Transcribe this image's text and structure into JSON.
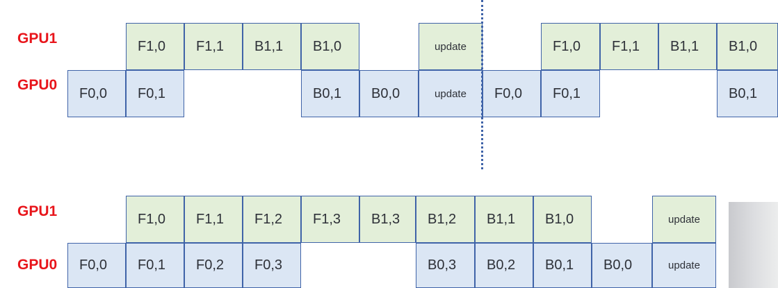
{
  "diagrams": [
    {
      "id": "top",
      "rows": [
        {
          "label": "GPU1",
          "cells": [
            {
              "text": "F1,0",
              "color": "green"
            },
            {
              "text": "F1,1",
              "color": "green"
            },
            {
              "text": "B1,1",
              "color": "green"
            },
            {
              "text": "B1,0",
              "color": "green"
            },
            {
              "text": "update",
              "color": "green"
            },
            {
              "text": "F1,0",
              "color": "green"
            },
            {
              "text": "F1,1",
              "color": "green"
            },
            {
              "text": "B1,1",
              "color": "green"
            },
            {
              "text": "B1,0",
              "color": "green"
            }
          ]
        },
        {
          "label": "GPU0",
          "cells": [
            {
              "text": "F0,0",
              "color": "blue"
            },
            {
              "text": "F0,1",
              "color": "blue"
            },
            {
              "text": "B0,1",
              "color": "blue"
            },
            {
              "text": "B0,0",
              "color": "blue"
            },
            {
              "text": "update",
              "color": "blue"
            },
            {
              "text": "F0,0",
              "color": "blue"
            },
            {
              "text": "F0,1",
              "color": "blue"
            },
            {
              "text": "B0,1",
              "color": "blue"
            }
          ]
        }
      ]
    },
    {
      "id": "bottom",
      "rows": [
        {
          "label": "GPU1",
          "cells": [
            {
              "text": "F1,0",
              "color": "green"
            },
            {
              "text": "F1,1",
              "color": "green"
            },
            {
              "text": "F1,2",
              "color": "green"
            },
            {
              "text": "F1,3",
              "color": "green"
            },
            {
              "text": "B1,3",
              "color": "green"
            },
            {
              "text": "B1,2",
              "color": "green"
            },
            {
              "text": "B1,1",
              "color": "green"
            },
            {
              "text": "B1,0",
              "color": "green"
            },
            {
              "text": "update",
              "color": "green"
            }
          ]
        },
        {
          "label": "GPU0",
          "cells": [
            {
              "text": "F0,0",
              "color": "blue"
            },
            {
              "text": "F0,1",
              "color": "blue"
            },
            {
              "text": "F0,2",
              "color": "blue"
            },
            {
              "text": "F0,3",
              "color": "blue"
            },
            {
              "text": "B0,3",
              "color": "blue"
            },
            {
              "text": "B0,2",
              "color": "blue"
            },
            {
              "text": "B0,1",
              "color": "blue"
            },
            {
              "text": "B0,0",
              "color": "blue"
            },
            {
              "text": "update",
              "color": "blue"
            }
          ]
        }
      ]
    }
  ],
  "colors": {
    "green_fill": "#e3efd9",
    "blue_fill": "#dbe6f4",
    "border": "#3f63a8",
    "label": "#e8151b"
  }
}
